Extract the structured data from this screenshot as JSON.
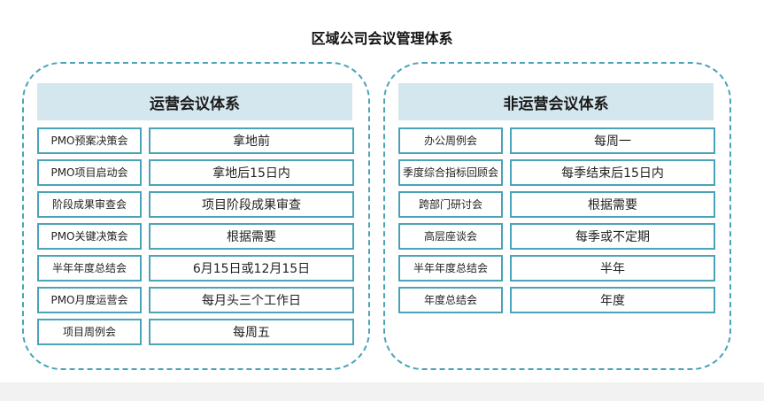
{
  "title": "区域公司会议管理体系",
  "groups": [
    {
      "header": "运营会议体系",
      "rows": [
        {
          "name": "PMO预案决策会",
          "schedule": "拿地前"
        },
        {
          "name": "PMO项目启动会",
          "schedule": "拿地后15日内"
        },
        {
          "name": "阶段成果审查会",
          "schedule": "项目阶段成果审查"
        },
        {
          "name": "PMO关键决策会",
          "schedule": "根据需要"
        },
        {
          "name": "半年年度总结会",
          "schedule": "6月15日或12月15日"
        },
        {
          "name": "PMO月度运营会",
          "schedule": "每月头三个工作日"
        },
        {
          "name": "项目周例会",
          "schedule": "每周五"
        }
      ]
    },
    {
      "header": "非运营会议体系",
      "rows": [
        {
          "name": "办公周例会",
          "schedule": "每周一"
        },
        {
          "name": "季度综合指标回顾会",
          "schedule": "每季结束后15日内"
        },
        {
          "name": "跨部门研讨会",
          "schedule": "根据需要"
        },
        {
          "name": "高层座谈会",
          "schedule": "每季或不定期"
        },
        {
          "name": "半年年度总结会",
          "schedule": "半年"
        },
        {
          "name": "年度总结会",
          "schedule": "年度"
        }
      ]
    }
  ],
  "colors": {
    "border": "#4aa3b8",
    "header_bg": "#d4e6ee"
  }
}
